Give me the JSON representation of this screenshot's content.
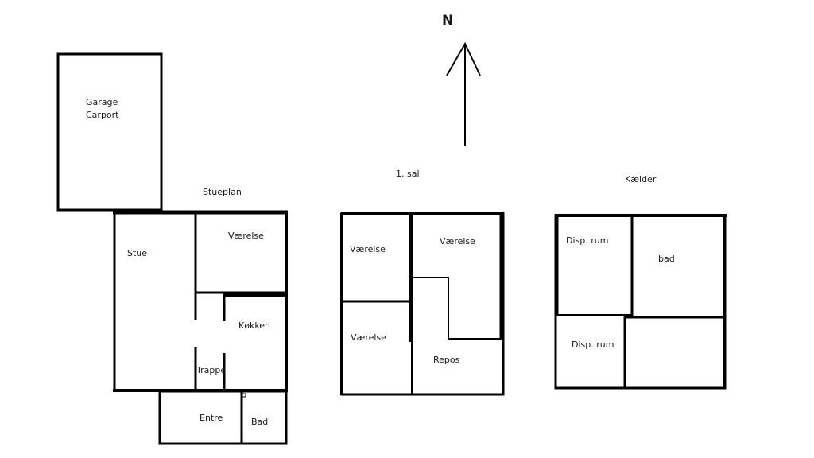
{
  "compass": {
    "label": "N"
  },
  "garage": {
    "line1": "Garage",
    "line2": "Carport"
  },
  "ground_floor": {
    "title": "Stueplan",
    "rooms": [
      "Stue",
      "Værelse",
      "Køkken",
      "Trappe",
      "Entre",
      "Bad"
    ]
  },
  "first_floor": {
    "title": "1. sal",
    "rooms": [
      "Værelse",
      "Værelse",
      "Værelse",
      "Repos"
    ]
  },
  "basement": {
    "title": "Kælder",
    "rooms": [
      "Disp. rum",
      "bad",
      "Disp. rum"
    ]
  }
}
